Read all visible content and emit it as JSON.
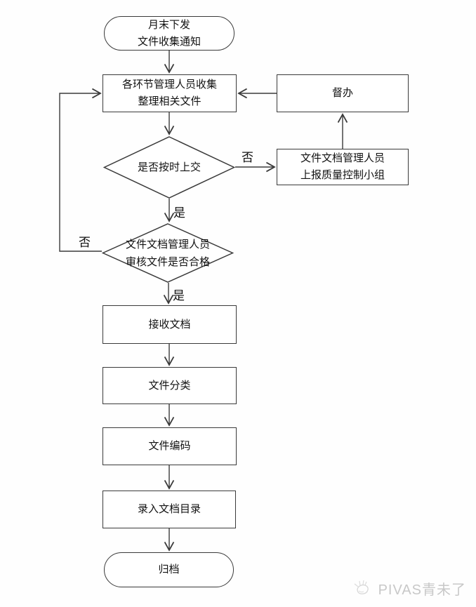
{
  "diagram": {
    "kind": "flowchart",
    "background": "#ffffff",
    "line_color": "#3a3a3a",
    "text_color": "#111111"
  },
  "nodes": {
    "start": {
      "type": "terminator",
      "line1": "月末下发",
      "line2": "文件收集通知"
    },
    "collect": {
      "type": "process",
      "line1": "各环节管理人员收集",
      "line2": "整理相关文件"
    },
    "supervise": {
      "type": "process",
      "label": "督办"
    },
    "decision_on_time": {
      "type": "decision",
      "label": "是否按时上交"
    },
    "report": {
      "type": "process",
      "line1": "文件文档管理人员",
      "line2": "上报质量控制小组"
    },
    "decision_qualified": {
      "type": "decision",
      "line1": "文件文档管理人员",
      "line2": "审核文件是否合格"
    },
    "receive": {
      "type": "process",
      "label": "接收文档"
    },
    "classify": {
      "type": "process",
      "label": "文件分类"
    },
    "encode": {
      "type": "process",
      "label": "文件编码"
    },
    "catalog": {
      "type": "process",
      "label": "录入文档目录"
    },
    "archive": {
      "type": "terminator",
      "label": "归档"
    }
  },
  "edge_labels": {
    "on_time_no": "否",
    "on_time_yes": "是",
    "qualified_no": "否",
    "qualified_yes": "是"
  },
  "edges": [
    {
      "from": "start",
      "to": "collect",
      "label": ""
    },
    {
      "from": "collect",
      "to": "decision_on_time",
      "label": ""
    },
    {
      "from": "decision_on_time",
      "to": "report",
      "label": "否"
    },
    {
      "from": "report",
      "to": "supervise",
      "label": ""
    },
    {
      "from": "supervise",
      "to": "collect",
      "label": ""
    },
    {
      "from": "decision_on_time",
      "to": "decision_qualified",
      "label": "是"
    },
    {
      "from": "decision_qualified",
      "to": "collect",
      "label": "否"
    },
    {
      "from": "decision_qualified",
      "to": "receive",
      "label": "是"
    },
    {
      "from": "receive",
      "to": "classify",
      "label": ""
    },
    {
      "from": "classify",
      "to": "encode",
      "label": ""
    },
    {
      "from": "encode",
      "to": "catalog",
      "label": ""
    },
    {
      "from": "catalog",
      "to": "archive",
      "label": ""
    }
  ],
  "watermark": {
    "text": "PIVAS青未了",
    "color": "#c8c8c8",
    "icon": "bird-sketch"
  }
}
